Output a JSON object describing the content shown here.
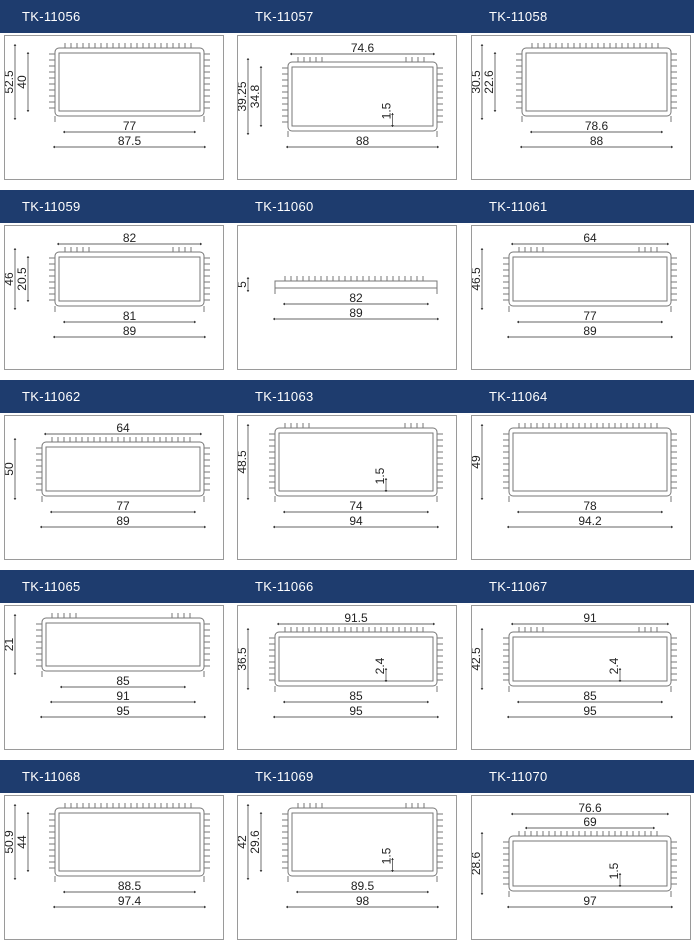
{
  "header_color": "#1e3c6e",
  "profiles": [
    {
      "code": "TK-11056",
      "top": [],
      "left": [
        "52.5",
        "40"
      ],
      "bottom": [
        "77",
        "87.5"
      ],
      "small": ""
    },
    {
      "code": "TK-11057",
      "top": [
        "74.6"
      ],
      "left": [
        "39.25",
        "34.8"
      ],
      "bottom": [
        "88"
      ],
      "small": "1.5"
    },
    {
      "code": "TK-11058",
      "top": [],
      "left": [
        "30.5",
        "22.6"
      ],
      "bottom": [
        "78.6",
        "88"
      ],
      "small": ""
    },
    {
      "code": "TK-11059",
      "top": [
        "82"
      ],
      "left": [
        "46",
        "20.5"
      ],
      "bottom": [
        "81",
        "89"
      ],
      "small": ""
    },
    {
      "code": "TK-11060",
      "top": [],
      "left": [
        "5"
      ],
      "bottom": [
        "82",
        "89"
      ],
      "small": ""
    },
    {
      "code": "TK-11061",
      "top": [
        "64"
      ],
      "left": [
        "46.5"
      ],
      "bottom": [
        "77",
        "89"
      ],
      "small": ""
    },
    {
      "code": "TK-11062",
      "top": [
        "64"
      ],
      "left": [
        "50"
      ],
      "bottom": [
        "77",
        "89"
      ],
      "small": ""
    },
    {
      "code": "TK-11063",
      "top": [],
      "left": [
        "48.5"
      ],
      "bottom": [
        "74",
        "94"
      ],
      "small": "1.5"
    },
    {
      "code": "TK-11064",
      "top": [],
      "left": [
        "49"
      ],
      "bottom": [
        "78",
        "94.2"
      ],
      "small": ""
    },
    {
      "code": "TK-11065",
      "top": [],
      "left": [
        "21"
      ],
      "bottom": [
        "85",
        "91",
        "95"
      ],
      "small": ""
    },
    {
      "code": "TK-11066",
      "top": [
        "91.5"
      ],
      "left": [
        "36.5"
      ],
      "bottom": [
        "85",
        "95"
      ],
      "small": "2.4"
    },
    {
      "code": "TK-11067",
      "top": [
        "91"
      ],
      "left": [
        "42.5"
      ],
      "bottom": [
        "85",
        "95"
      ],
      "small": "2.4"
    },
    {
      "code": "TK-11068",
      "top": [],
      "left": [
        "50.9",
        "44"
      ],
      "bottom": [
        "88.5",
        "97.4"
      ],
      "small": ""
    },
    {
      "code": "TK-11069",
      "top": [],
      "left": [
        "42",
        "29.6"
      ],
      "bottom": [
        "89.5",
        "98"
      ],
      "small": "1.5"
    },
    {
      "code": "TK-11070",
      "top": [
        "76.6",
        "69"
      ],
      "left": [
        "28.6"
      ],
      "bottom": [
        "97"
      ],
      "small": "1.5"
    }
  ]
}
